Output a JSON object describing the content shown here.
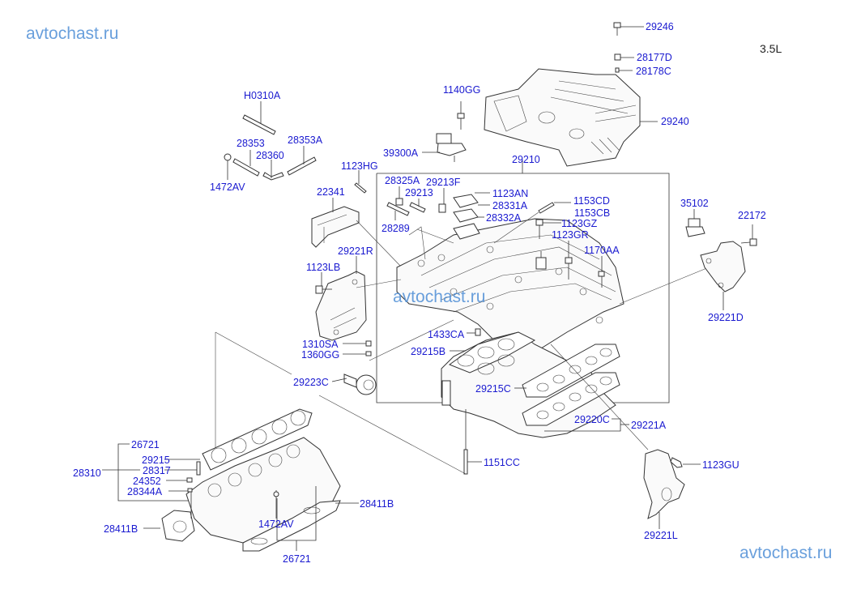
{
  "watermarks": {
    "top_left": "avtochast.ru",
    "center": "avtochast.ru",
    "bottom_right": "avtochast.ru"
  },
  "engine_variant": "3.5L",
  "colors": {
    "label": "#1a1ad0",
    "watermark": "#4f8fd6",
    "line": "#333333"
  },
  "labels": {
    "p29246": "29246",
    "p28177D": "28177D",
    "p28178C": "28178C",
    "p29240": "29240",
    "pH0310A": "H0310A",
    "p28353": "28353",
    "p28360": "28360",
    "p28353A": "28353A",
    "p1472AV_top": "1472AV",
    "p1140GG": "1140GG",
    "p39300A": "39300A",
    "p29210": "29210",
    "p1123HG": "1123HG",
    "p22341": "22341",
    "p28325A": "28325A",
    "p29213F": "29213F",
    "p29213": "29213",
    "p1123AN": "1123AN",
    "p28331A": "28331A",
    "p28332A": "28332A",
    "p28289": "28289",
    "p1153CD": "1153CD",
    "p1153CB": "1153CB",
    "p1123GZ": "1123GZ",
    "p1123GR": "1123GR",
    "p1170AA": "1170AA",
    "p35102": "35102",
    "p22172": "22172",
    "p29221R": "29221R",
    "p1123LB": "1123LB",
    "p29221D": "29221D",
    "p1310SA": "1310SA",
    "p1360GG": "1360GG",
    "p1433CA": "1433CA",
    "p29215B": "29215B",
    "p29223C": "29223C",
    "p29215C": "29215C",
    "p29220C": "29220C",
    "p29221A": "29221A",
    "p26721_top": "26721",
    "p29215": "29215",
    "p28310": "28310",
    "p28317": "28317",
    "p24352": "24352",
    "p28344A": "28344A",
    "p1151CC": "1151CC",
    "p1123GU": "1123GU",
    "p28411B_right": "28411B",
    "p28411B_left": "28411B",
    "p1472AV_bottom": "1472AV",
    "p26721_bottom": "26721",
    "p29221L": "29221L"
  }
}
